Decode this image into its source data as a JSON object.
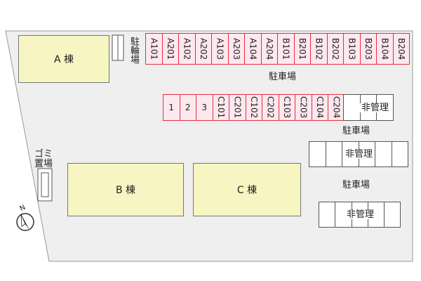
{
  "buildings": {
    "a": "A 棟",
    "b": "B 棟",
    "c": "C 棟"
  },
  "labels": {
    "bicycle_parking": "駐輪場",
    "garbage_area_line1": "ゴミ",
    "garbage_area_line2": "置場",
    "parking_top": "駐車場",
    "parking_middle": "駐車場",
    "parking_bottom": "駐車場",
    "unmanaged_1": "非管理",
    "unmanaged_2": "非管理",
    "unmanaged_3": "非管理",
    "north": "N"
  },
  "parking_row_top": [
    "A101",
    "A201",
    "A102",
    "A202",
    "A103",
    "A203",
    "A104",
    "A204",
    "B101",
    "B201",
    "B102",
    "B202",
    "B103",
    "B203",
    "B104",
    "B204"
  ],
  "parking_row_middle": [
    "1",
    "2",
    "3",
    "C101",
    "C201",
    "C102",
    "C202",
    "C103",
    "C203",
    "C104",
    "C204"
  ],
  "colors": {
    "building_fill": "#f7f5c2",
    "site_fill": "#efefef",
    "slot_fill": "#fce8ee",
    "slot_border": "#e0303e"
  }
}
